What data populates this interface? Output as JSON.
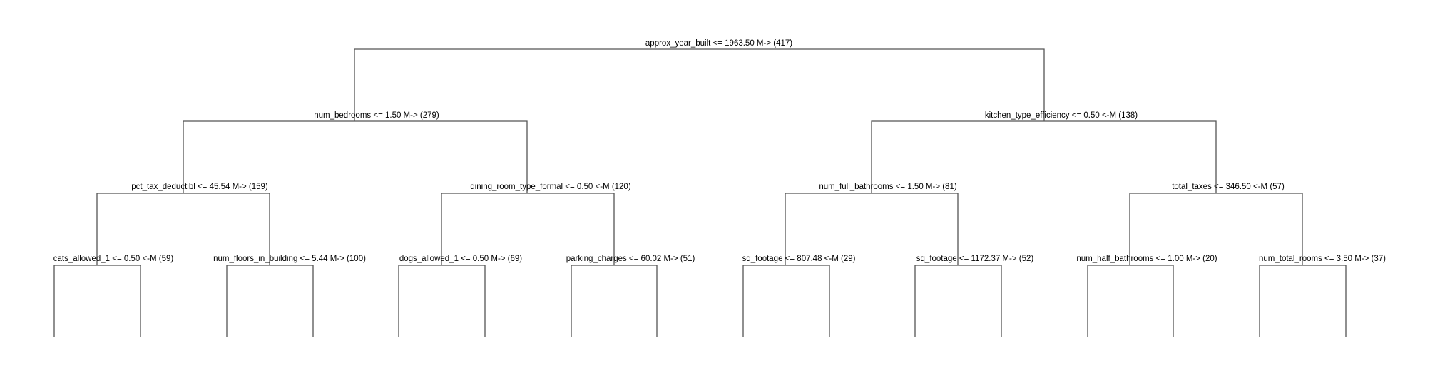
{
  "tree": {
    "root": {
      "label": "approx_year_built <= 1963.50 M-> (417)"
    },
    "level1": [
      {
        "label": "num_bedrooms <= 1.50 M-> (279)"
      },
      {
        "label": "kitchen_type_efficiency <= 0.50 <-M (138)"
      }
    ],
    "level2": [
      {
        "label": "pct_tax_deductibl <= 45.54 M-> (159)"
      },
      {
        "label": "dining_room_type_formal <= 0.50 <-M (120)"
      },
      {
        "label": "num_full_bathrooms <= 1.50 M-> (81)"
      },
      {
        "label": "total_taxes <= 346.50 <-M (57)"
      }
    ],
    "level3": [
      {
        "label": "cats_allowed_1 <= 0.50 <-M (59)"
      },
      {
        "label": "num_floors_in_building <= 5.44 M-> (100)"
      },
      {
        "label": "dogs_allowed_1 <= 0.50 M-> (69)"
      },
      {
        "label": "parking_charges <= 60.02 M-> (51)"
      },
      {
        "label": "sq_footage <= 807.48 <-M (29)"
      },
      {
        "label": "sq_footage <= 1172.37 M-> (52)"
      },
      {
        "label": "num_half_bathrooms <= 1.00 M-> (20)"
      },
      {
        "label": "num_total_rooms <= 3.50 M-> (37)"
      }
    ]
  },
  "colors": {
    "edge": "#555555",
    "text": "#000000",
    "background": "#ffffff"
  }
}
